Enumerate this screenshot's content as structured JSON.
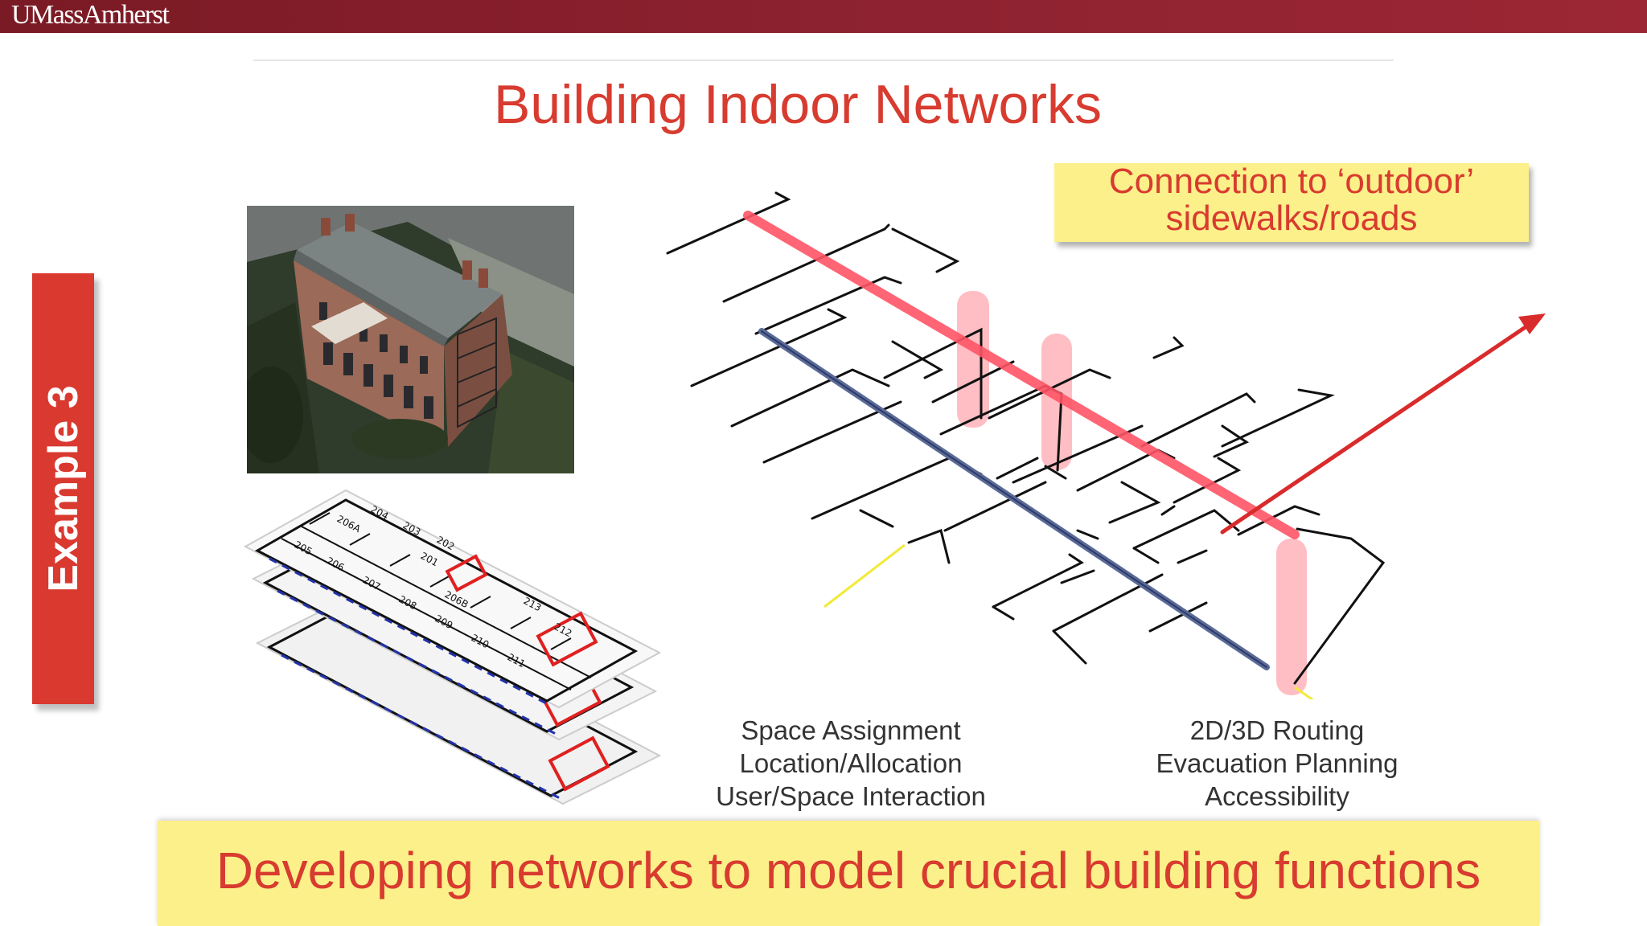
{
  "header": {
    "logo_text": "UMassAmherst",
    "bar_color": "#881c1c"
  },
  "slide": {
    "title": "Building Indoor Networks",
    "side_label": "Example 3",
    "callout_lines": [
      "Connection to ‘outdoor’",
      "sidewalks/roads"
    ],
    "left_caption": [
      "Space Assignment",
      "Location/Allocation",
      "User/Space Interaction"
    ],
    "right_caption": [
      "2D/3D Routing",
      "Evacuation Planning",
      "Accessibility"
    ],
    "banner_text": "Developing networks to model crucial building functions"
  },
  "floor_plan": {
    "room_labels": [
      "204",
      "203",
      "202",
      "206A",
      "205",
      "206",
      "207",
      "208",
      "209",
      "210",
      "211",
      "212",
      "213",
      "206B",
      "201"
    ]
  },
  "colors": {
    "accent_red": "#d83b2f",
    "highlight_yellow": "#fbf08a",
    "network_red": "#ff4d5e",
    "network_blue": "#4a5a86"
  }
}
